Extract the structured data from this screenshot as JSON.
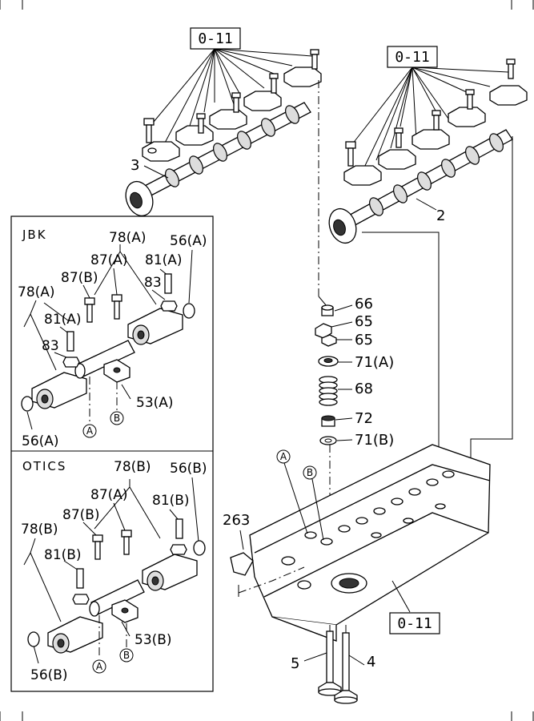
{
  "refs": {
    "top_left": "0-11",
    "top_right": "0-11",
    "bottom": "0-11"
  },
  "panels": {
    "jbk": {
      "title": "JBK",
      "labels": {
        "r78a_top": "78(A)",
        "r56a_top": "56(A)",
        "r87a": "87(A)",
        "r81a_top": "81(A)",
        "r87b": "87(B)",
        "r83_top": "83",
        "r78a_left": "78(A)",
        "r81a_left": "81(A)",
        "r83_left": "83",
        "r53a": "53(A)",
        "r56a_bottom": "56(A)",
        "circ_a": "A",
        "circ_b": "B"
      }
    },
    "otics": {
      "title": "OTICS",
      "labels": {
        "r78b_top": "78(B)",
        "r56b_top": "56(B)",
        "r87a": "87(A)",
        "r81b_top": "81(B)",
        "r87b": "87(B)",
        "r78b_left": "78(B)",
        "r81b_left": "81(B)",
        "r53b": "53(B)",
        "r56b_bottom": "56(B)",
        "circ_a": "A",
        "circ_b": "B"
      }
    }
  },
  "parts": {
    "p3": "3",
    "p2": "2",
    "p66": "66",
    "p65a": "65",
    "p65b": "65",
    "p71a": "71(A)",
    "p68": "68",
    "p72": "72",
    "p71b": "71(B)",
    "p263": "263",
    "p5": "5",
    "p4": "4",
    "circ_a": "A",
    "circ_b": "B"
  }
}
